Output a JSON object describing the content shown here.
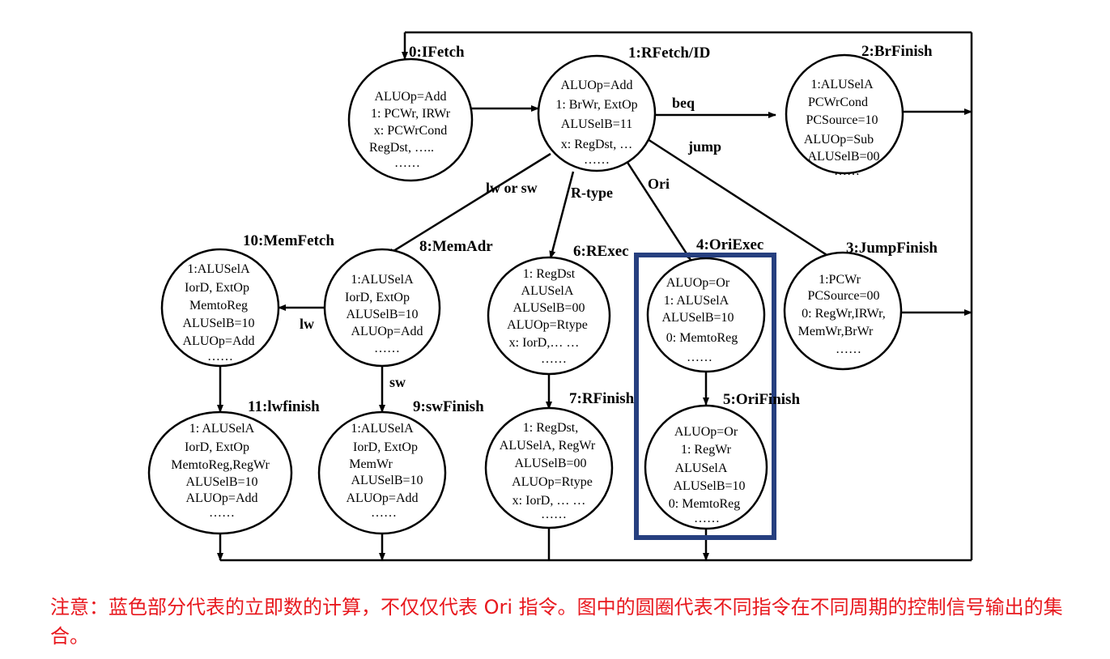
{
  "colors": {
    "line": "#000000",
    "highlight_box": "#263f7f",
    "note_text": "#e8181e"
  },
  "states": {
    "s0": {
      "title": "0:IFetch",
      "lines": [
        "ALUOp=Add",
        "1: PCWr, IRWr",
        "x: PCWrCond",
        "RegDst, …..",
        "……"
      ]
    },
    "s1": {
      "title": "1:RFetch/ID",
      "lines": [
        "ALUOp=Add",
        "1: BrWr, ExtOp",
        "ALUSelB=11",
        "x: RegDst, …",
        "……"
      ]
    },
    "s2": {
      "title": "2:BrFinish",
      "lines": [
        "1:ALUSelA",
        "PCWrCond",
        "PCSource=10",
        "ALUOp=Sub",
        "ALUSelB=00",
        "……"
      ]
    },
    "s3": {
      "title": "3:JumpFinish",
      "lines": [
        "1:PCWr",
        "PCSource=00",
        "0: RegWr,IRWr,",
        "MemWr,BrWr",
        "……"
      ]
    },
    "s4": {
      "title": "4:OriExec",
      "lines": [
        "ALUOp=Or",
        "1: ALUSelA",
        "ALUSelB=10",
        "0: MemtoReg",
        "……"
      ]
    },
    "s5": {
      "title": "5:OriFinish",
      "lines": [
        "ALUOp=Or",
        "1: RegWr",
        "ALUSelA",
        "ALUSelB=10",
        "0: MemtoReg",
        "……"
      ]
    },
    "s6": {
      "title": "6:RExec",
      "lines": [
        "1: RegDst",
        "ALUSelA",
        "ALUSelB=00",
        "ALUOp=Rtype",
        "x: IorD,… …",
        "……"
      ]
    },
    "s7": {
      "title": "7:RFinish",
      "lines": [
        "1: RegDst,",
        "ALUSelA, RegWr",
        "ALUSelB=00",
        "ALUOp=Rtype",
        "x: IorD, … …",
        "……"
      ]
    },
    "s8": {
      "title": "8:MemAdr",
      "lines": [
        "1:ALUSelA",
        "IorD, ExtOp",
        "ALUSelB=10",
        "ALUOp=Add",
        "……"
      ]
    },
    "s9": {
      "title": "9:swFinish",
      "lines": [
        "1:ALUSelA",
        "IorD, ExtOp",
        "MemWr",
        "ALUSelB=10",
        "ALUOp=Add",
        "……"
      ]
    },
    "s10": {
      "title": "10:MemFetch",
      "lines": [
        "1:ALUSelA",
        "IorD, ExtOp",
        "MemtoReg",
        "ALUSelB=10",
        "ALUOp=Add",
        "……"
      ]
    },
    "s11": {
      "title": "11:lwfinish",
      "lines": [
        "1: ALUSelA",
        "IorD, ExtOp",
        "MemtoReg,RegWr",
        "ALUSelB=10",
        "ALUOp=Add",
        "……"
      ]
    }
  },
  "edge_labels": {
    "beq": "beq",
    "jump": "jump",
    "ori": "Ori",
    "lw_or_sw": "lw or sw",
    "r_type": "R-type",
    "lw": "lw",
    "sw": "sw"
  },
  "note": "注意：蓝色部分代表的立即数的计算，不仅仅代表 Ori 指令。图中的圆圈代表不同指令在不同周期的控制信号输出的集合。"
}
